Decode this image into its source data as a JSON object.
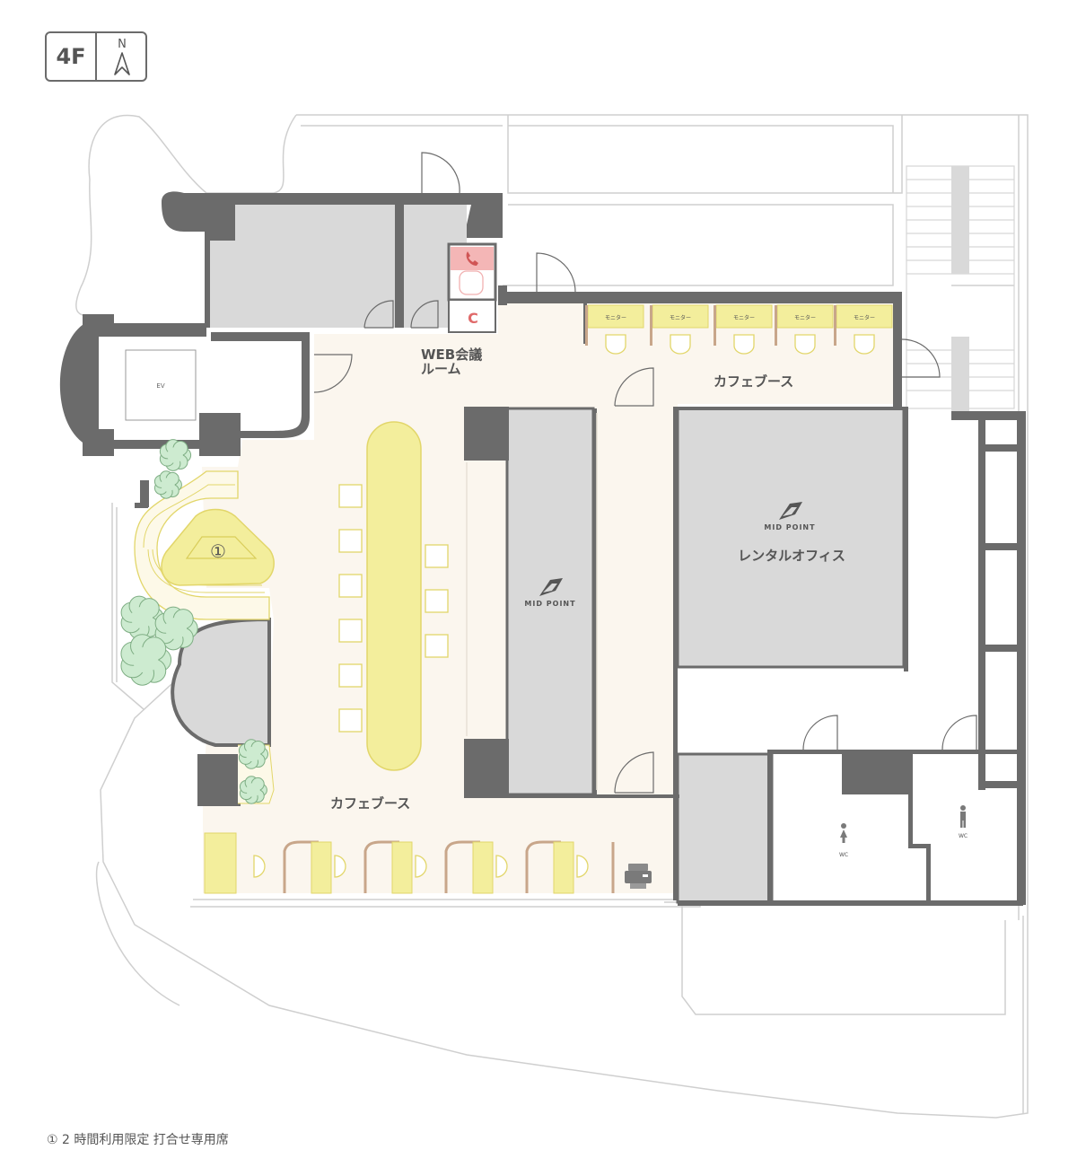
{
  "floor": {
    "level": "4F",
    "north_label": "N"
  },
  "rooms": {
    "web_meeting_room_line1": "WEB会議",
    "web_meeting_room_line2": "ルーム",
    "cafe_booth_upper": "カフェブース",
    "cafe_booth_lower": "カフェブース",
    "rental_office": "レンタルオフィス",
    "elevator": "EV",
    "restroom_female": "WC",
    "restroom_male": "WC",
    "circled_one": "①"
  },
  "monitor_booths": [
    "モニター",
    "モニター",
    "モニター",
    "モニター",
    "モニター"
  ],
  "brand": {
    "name": "MID POINT"
  },
  "footnote": "① 2 時間利用限定 打合せ専用席",
  "colors": {
    "wall": "#6b6b6b",
    "floor": "#fbf6ee",
    "room_gray": "#d9d9d9",
    "yellow": "#f3ee9c",
    "yellow_stroke": "#e2d66a",
    "tree": "#cdebd0",
    "phone_booth": "#f4b6b6",
    "wood": "#c8a68a"
  },
  "icons": [
    "phone-icon",
    "copier-icon",
    "female-icon",
    "male-icon",
    "north-arrow-icon",
    "mid-point-logo-icon"
  ]
}
